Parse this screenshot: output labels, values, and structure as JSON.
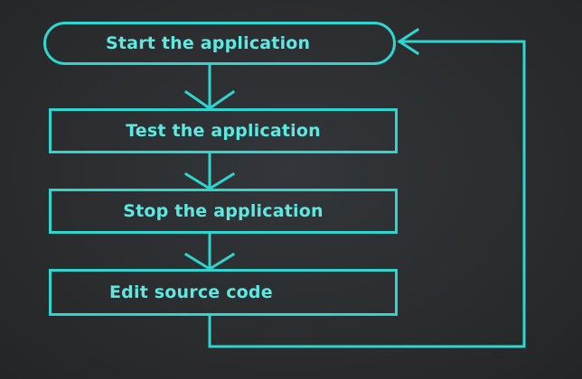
{
  "diagram": {
    "type": "flowchart",
    "accent_color": "#2fd6d0",
    "text_color": "#5ee8e2",
    "background_color": "#2b2d2e",
    "nodes": {
      "start": {
        "label": "Start the application",
        "shape": "terminator"
      },
      "test": {
        "label": "Test the application",
        "shape": "process"
      },
      "stop": {
        "label": "Stop the application",
        "shape": "process"
      },
      "edit": {
        "label": "Edit source code",
        "shape": "process"
      }
    },
    "edges": [
      {
        "from": "start",
        "to": "test"
      },
      {
        "from": "test",
        "to": "stop"
      },
      {
        "from": "stop",
        "to": "edit"
      },
      {
        "from": "edit",
        "to": "start",
        "style": "loop-back"
      }
    ]
  }
}
